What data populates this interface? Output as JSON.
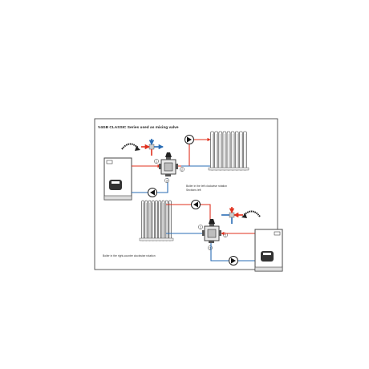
{
  "title": "V4GB CLASSIC Series used as mixing valve",
  "captions": {
    "top": [
      "Boiler in the left clockwise rotation",
      "Sections left"
    ],
    "bottom": "Boiler in the right-counter clockwise rotation"
  },
  "port_labels": {
    "top": [
      "1",
      "2",
      "3"
    ],
    "bottom": [
      "1",
      "2",
      "3"
    ]
  },
  "colors": {
    "supply": "#e0301e",
    "return": "#2a6db5",
    "frame": "#333333",
    "equipment": "#444444"
  }
}
